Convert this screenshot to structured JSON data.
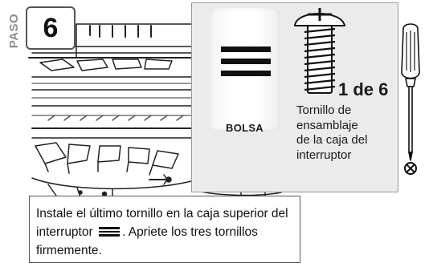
{
  "step": {
    "side_label": "PASO",
    "number": "6"
  },
  "hardware_panel": {
    "bag_icon": "hardware-bag-icon",
    "bag_label": "BOLSA",
    "screw_icon": "assembly-screw-icon",
    "count": "1 de 6",
    "description": [
      "Tornillo de",
      "ensamblaje",
      "de la caja del",
      "interruptor"
    ]
  },
  "tools": {
    "screwdriver_icon": "phillips-screwdriver-icon"
  },
  "instruction": {
    "before_icon": "Instale el último tornillo en la caja superior del interruptor",
    "inline_icon": "hardware-bag-icon",
    "after_icon": ". Apriete los tres tornillos firmemente."
  },
  "colors": {
    "outline": "#555555",
    "panel_bg": "#ebebeb",
    "ink": "#111111"
  }
}
